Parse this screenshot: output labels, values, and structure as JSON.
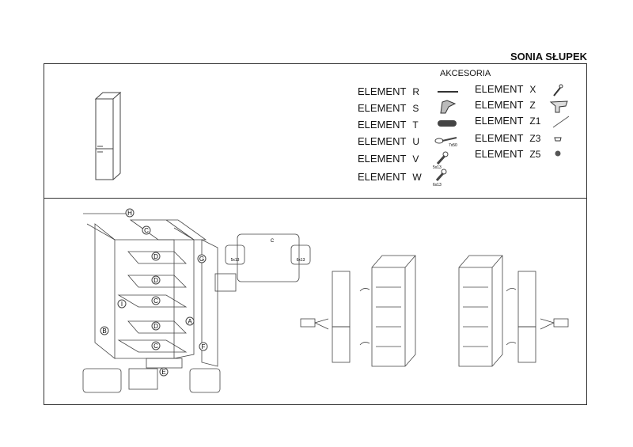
{
  "header": {
    "title": "SONIA SŁUPEK"
  },
  "accessories": {
    "title": "AKCESORIA",
    "left": [
      {
        "label": "ELEMENT",
        "letter": "R"
      },
      {
        "label": "ELEMENT",
        "letter": "S"
      },
      {
        "label": "ELEMENT",
        "letter": "T"
      },
      {
        "label": "ELEMENT",
        "letter": "U"
      },
      {
        "label": "ELEMENT",
        "letter": "V"
      },
      {
        "label": "ELEMENT",
        "letter": "W"
      }
    ],
    "right": [
      {
        "label": "ELEMENT",
        "letter": "X"
      },
      {
        "label": "ELEMENT",
        "letter": "Z"
      },
      {
        "label": "ELEMENT",
        "letter": "Z1"
      },
      {
        "label": "ELEMENT",
        "letter": "Z3"
      },
      {
        "label": "ELEMENT",
        "letter": "Z5"
      }
    ],
    "screw_v": "5x13",
    "screw_w": "6x13",
    "screw_u": "7x50"
  },
  "diagram": {
    "parts": [
      "H",
      "C",
      "D",
      "D",
      "C",
      "D",
      "C",
      "G",
      "I",
      "A",
      "B",
      "F",
      "E"
    ],
    "detail_screw_left": "5x13",
    "detail_screw_right": "6x13",
    "detail_center": "C"
  }
}
